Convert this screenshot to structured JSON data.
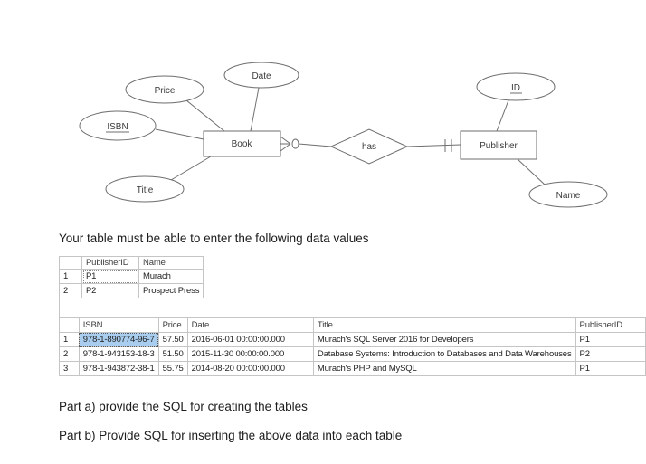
{
  "diagram": {
    "book_label": "Book",
    "publisher_label": "Publisher",
    "relationship_label": "has",
    "attr_price": "Price",
    "attr_date": "Date",
    "attr_isbn": "ISBN",
    "attr_title": "Title",
    "attr_id": "ID",
    "attr_name": "Name"
  },
  "intro_text": "Your table must be able to enter the following data values",
  "publisher_table": {
    "headers": [
      "PublisherID",
      "Name"
    ],
    "rows": [
      {
        "num": "1",
        "publisher_id": "P1",
        "name": "Murach"
      },
      {
        "num": "2",
        "publisher_id": "P2",
        "name": "Prospect Press"
      }
    ]
  },
  "book_table": {
    "headers": [
      "ISBN",
      "Price",
      "Date",
      "Title",
      "PublisherID"
    ],
    "rows": [
      {
        "num": "1",
        "isbn": "978-1-890774-96-7",
        "price": "57.50",
        "date": "2016-06-01 00:00:00.000",
        "title": "Murach's SQL Server 2016 for Developers",
        "publisher_id": "P1"
      },
      {
        "num": "2",
        "isbn": "978-1-943153-18-3",
        "price": "51.50",
        "date": "2015-11-30 00:00:00.000",
        "title": "Database Systems: Introduction to Databases and Data Warehouses",
        "publisher_id": "P2"
      },
      {
        "num": "3",
        "isbn": "978-1-943872-38-1",
        "price": "55.75",
        "date": "2014-08-20 00:00:00.000",
        "title": "Murach's PHP and MySQL",
        "publisher_id": "P1"
      }
    ]
  },
  "part_a_text": "Part a) provide the SQL for creating the tables",
  "part_b_text": "Part b) Provide SQL for inserting the above data into each table",
  "colors": {
    "selection_blue": "#a9cdee",
    "grid_border": "#c5c5c5",
    "diagram_stroke": "#6e6e6e"
  }
}
